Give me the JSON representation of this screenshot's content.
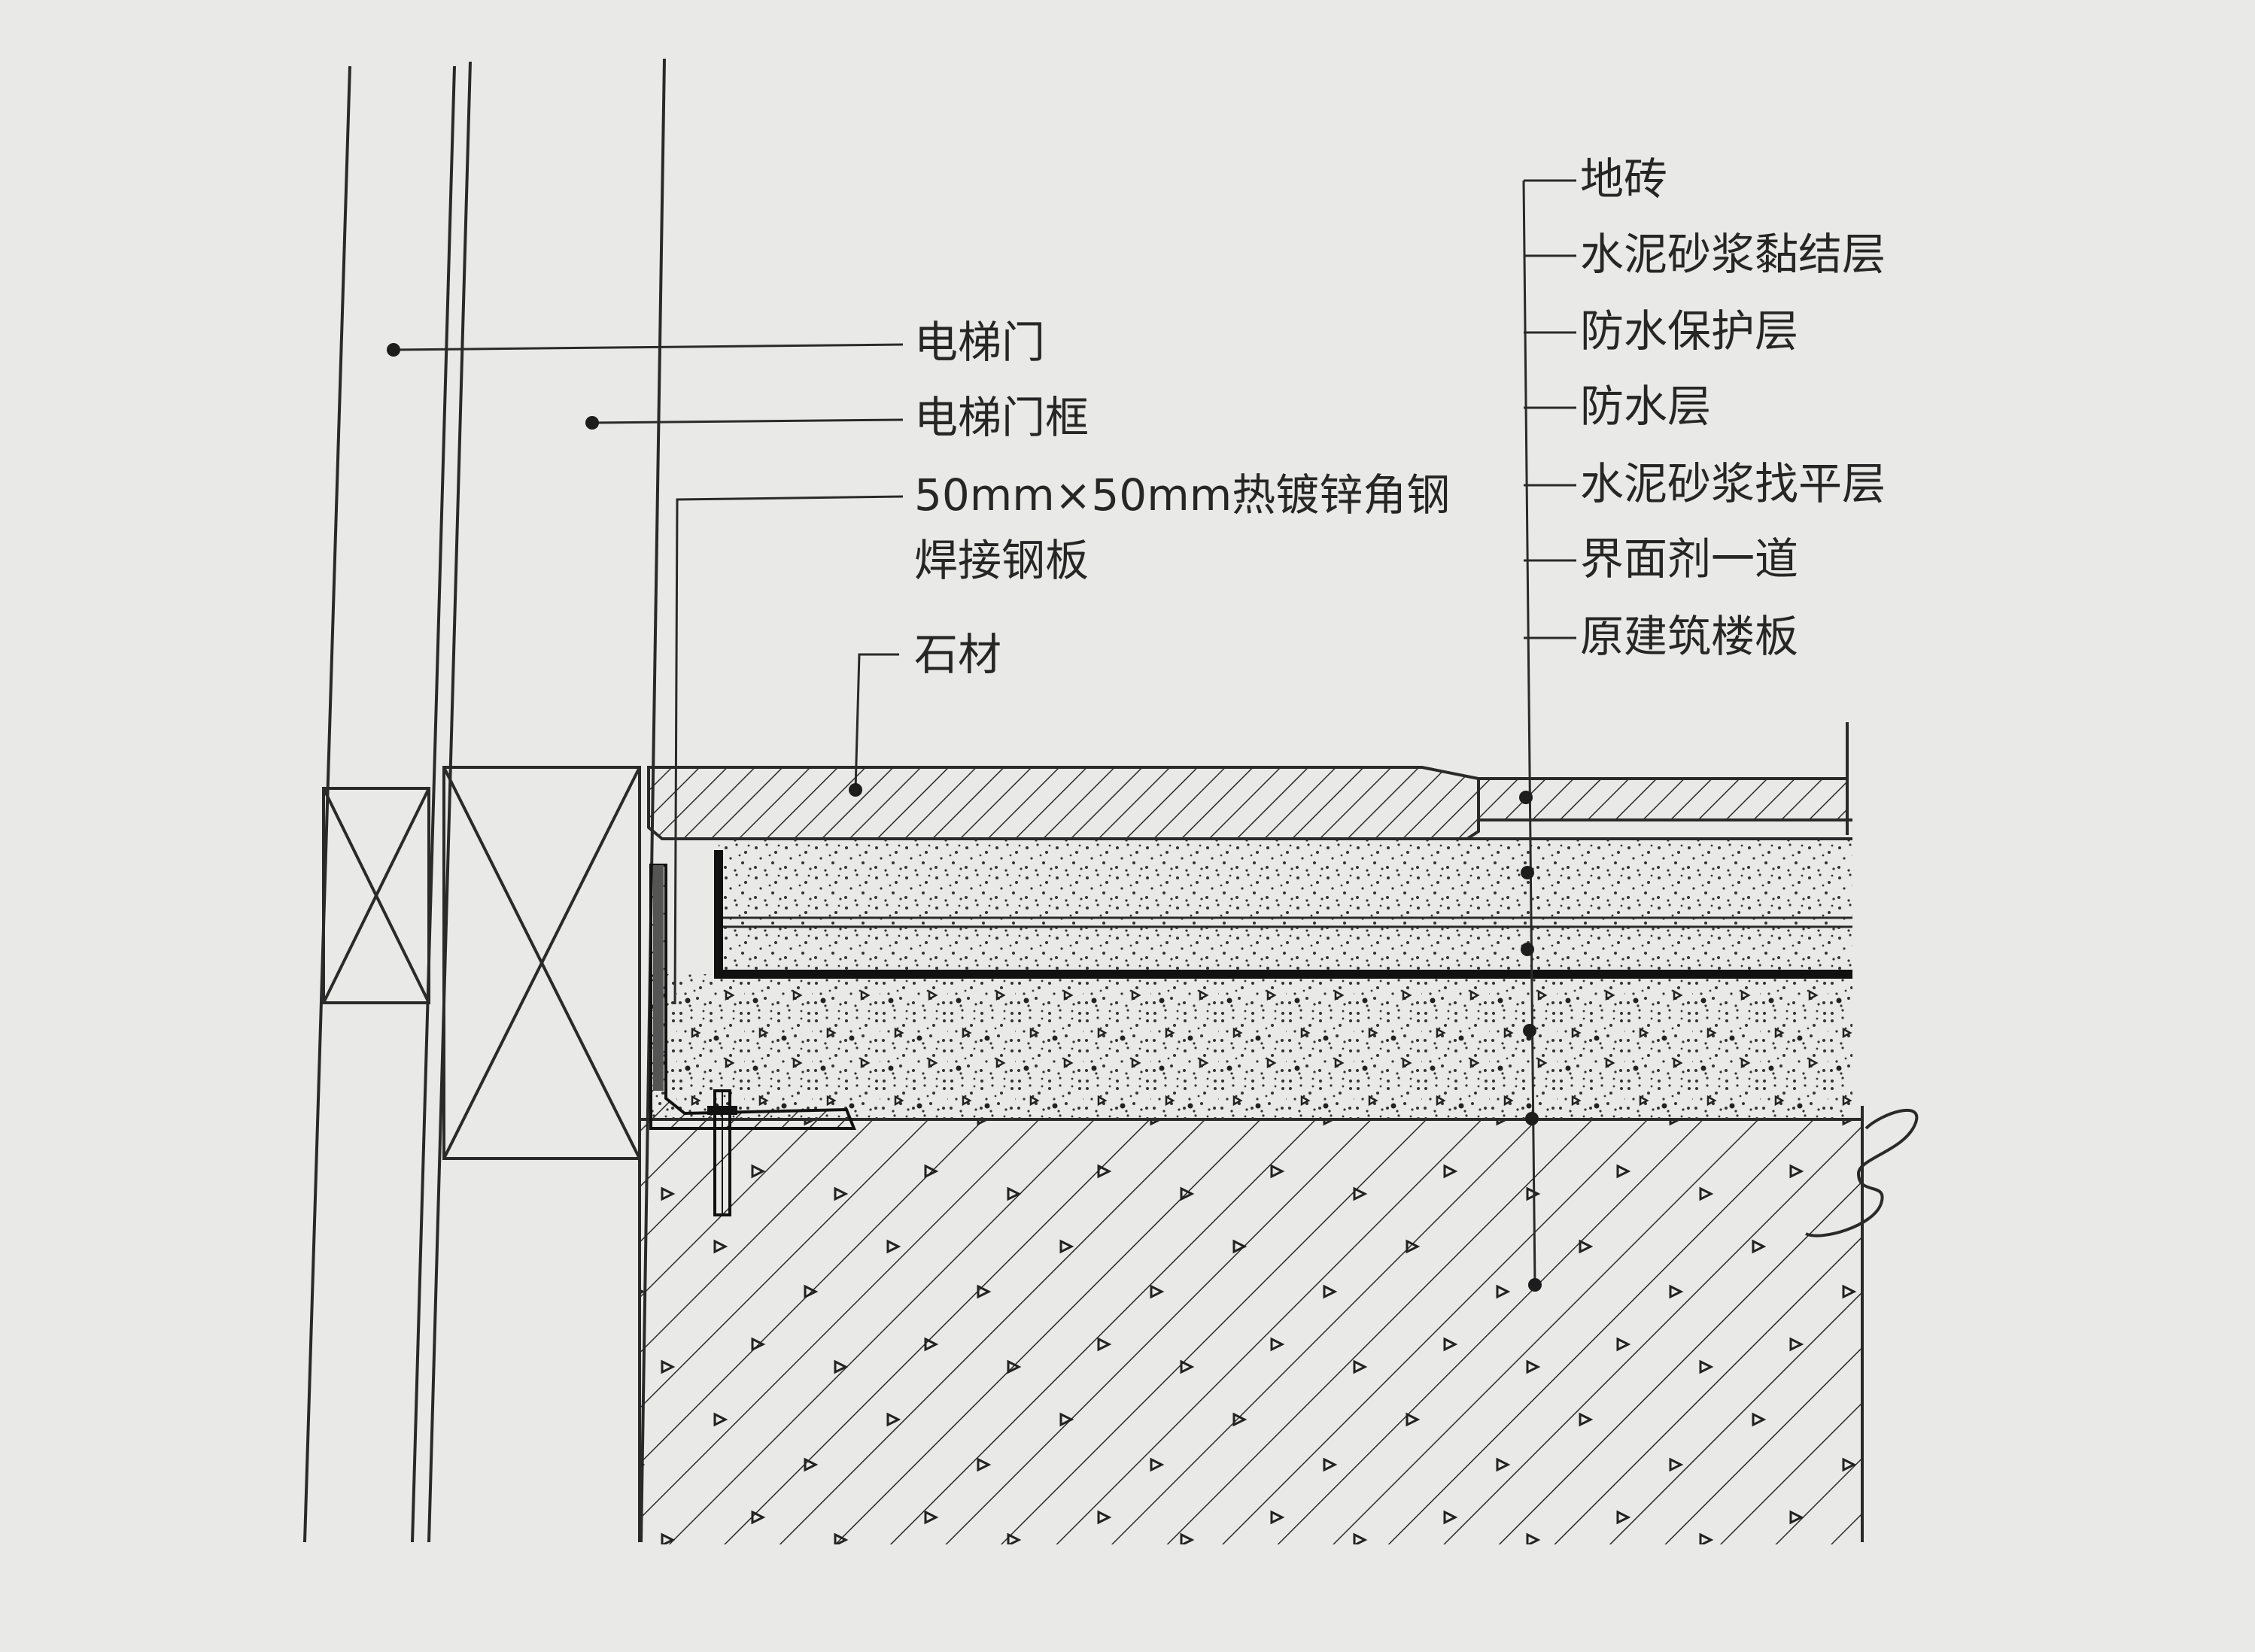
{
  "left_labels": [
    {
      "text": "电梯门"
    },
    {
      "text": "电梯门框"
    },
    {
      "text": "50mm×50mm热镀锌角钢"
    },
    {
      "text": "焊接钢板"
    },
    {
      "text": "石材"
    }
  ],
  "right_labels": [
    {
      "text": "地砖"
    },
    {
      "text": "水泥砂浆黏结层"
    },
    {
      "text": "防水保护层"
    },
    {
      "text": "防水层"
    },
    {
      "text": "水泥砂浆找平层"
    },
    {
      "text": "界面剂一道"
    },
    {
      "text": "原建筑楼板"
    }
  ],
  "colors": {
    "paper": "#e9e9e7",
    "ink": "#2a2a2a"
  }
}
